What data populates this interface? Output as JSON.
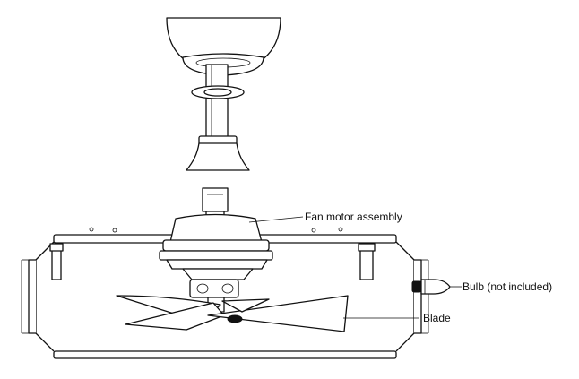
{
  "labels": {
    "motor": "Fan motor assembly",
    "bulb": "Bulb (not included)",
    "blade": "Blade"
  },
  "colors": {
    "ink": "#111111",
    "background": "#ffffff"
  },
  "icons": {
    "bulb": "light-bulb-icon"
  }
}
